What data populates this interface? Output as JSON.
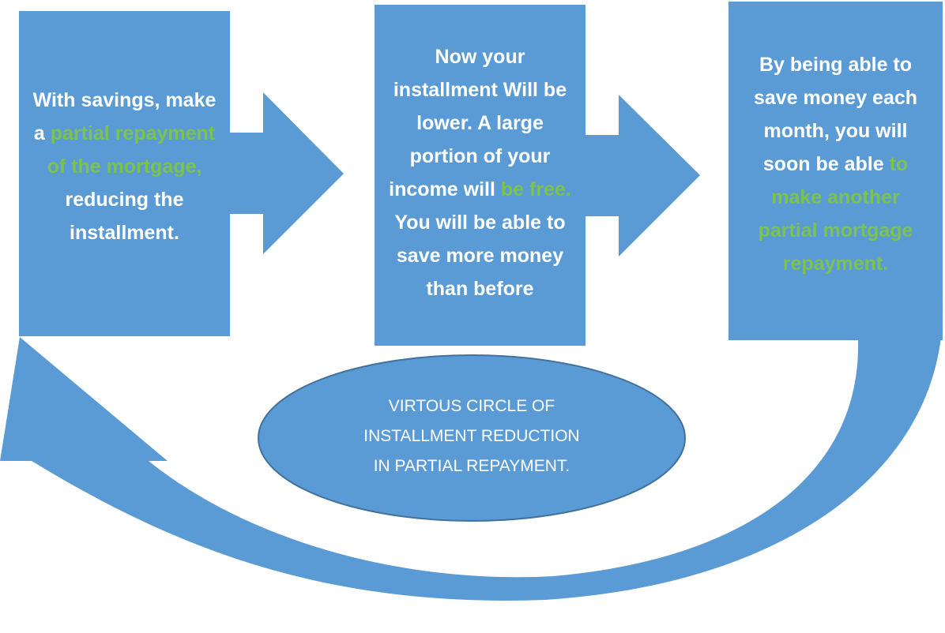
{
  "colors": {
    "shape_fill": "#5b9bd5",
    "oval_stroke": "#41719c",
    "text": "#ffffff",
    "highlight": "#7cc24f"
  },
  "steps": [
    {
      "id": "step-1",
      "segments": [
        {
          "text": "With savings, make a ",
          "highlight": false
        },
        {
          "text": "partial repayment of the mortgage,",
          "highlight": true
        },
        {
          "text": " reducing the installment.",
          "highlight": false
        }
      ]
    },
    {
      "id": "step-2",
      "segments": [
        {
          "text": "Now your installment Will be lower. A large portion of your income will ",
          "highlight": false
        },
        {
          "text": "be free.",
          "highlight": true
        },
        {
          "text": " You will be able to save more money than before",
          "highlight": false
        }
      ]
    },
    {
      "id": "step-3",
      "segments": [
        {
          "text": "By being able to save money each month, you will soon be able ",
          "highlight": false
        },
        {
          "text": "to make another partial mortgage repayment.",
          "highlight": true
        }
      ]
    }
  ],
  "center": {
    "line1": "VIRTOUS CIRCLE OF",
    "line2": "INSTALLMENT REDUCTION",
    "line3": "IN PARTIAL REPAYMENT."
  },
  "arrows": [
    {
      "from": "step-1",
      "to": "step-2",
      "icon": "right-arrow-icon"
    },
    {
      "from": "step-2",
      "to": "step-3",
      "icon": "right-arrow-icon"
    },
    {
      "from": "step-3",
      "to": "step-1",
      "icon": "curved-return-arrow-icon"
    }
  ]
}
